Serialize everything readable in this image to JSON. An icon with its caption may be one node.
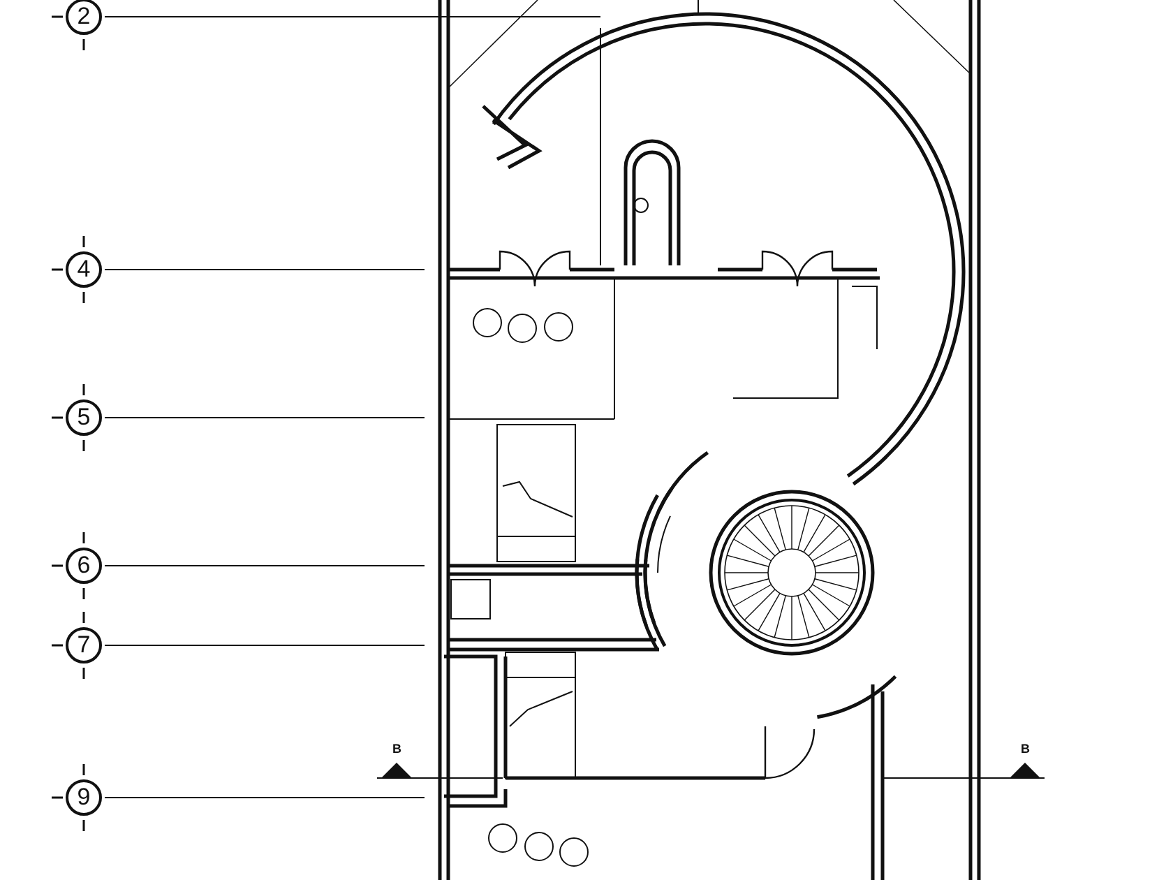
{
  "diagram": {
    "nodes": [
      {
        "text": [
          "2"
        ]
      },
      {
        "text": [
          "4"
        ]
      },
      {
        "text": [
          "5"
        ]
      },
      {
        "text": [
          "6"
        ]
      },
      {
        "text": [
          "7"
        ]
      },
      {
        "text": [
          "9"
        ]
      }
    ],
    "labels": [
      "B",
      "B"
    ]
  }
}
